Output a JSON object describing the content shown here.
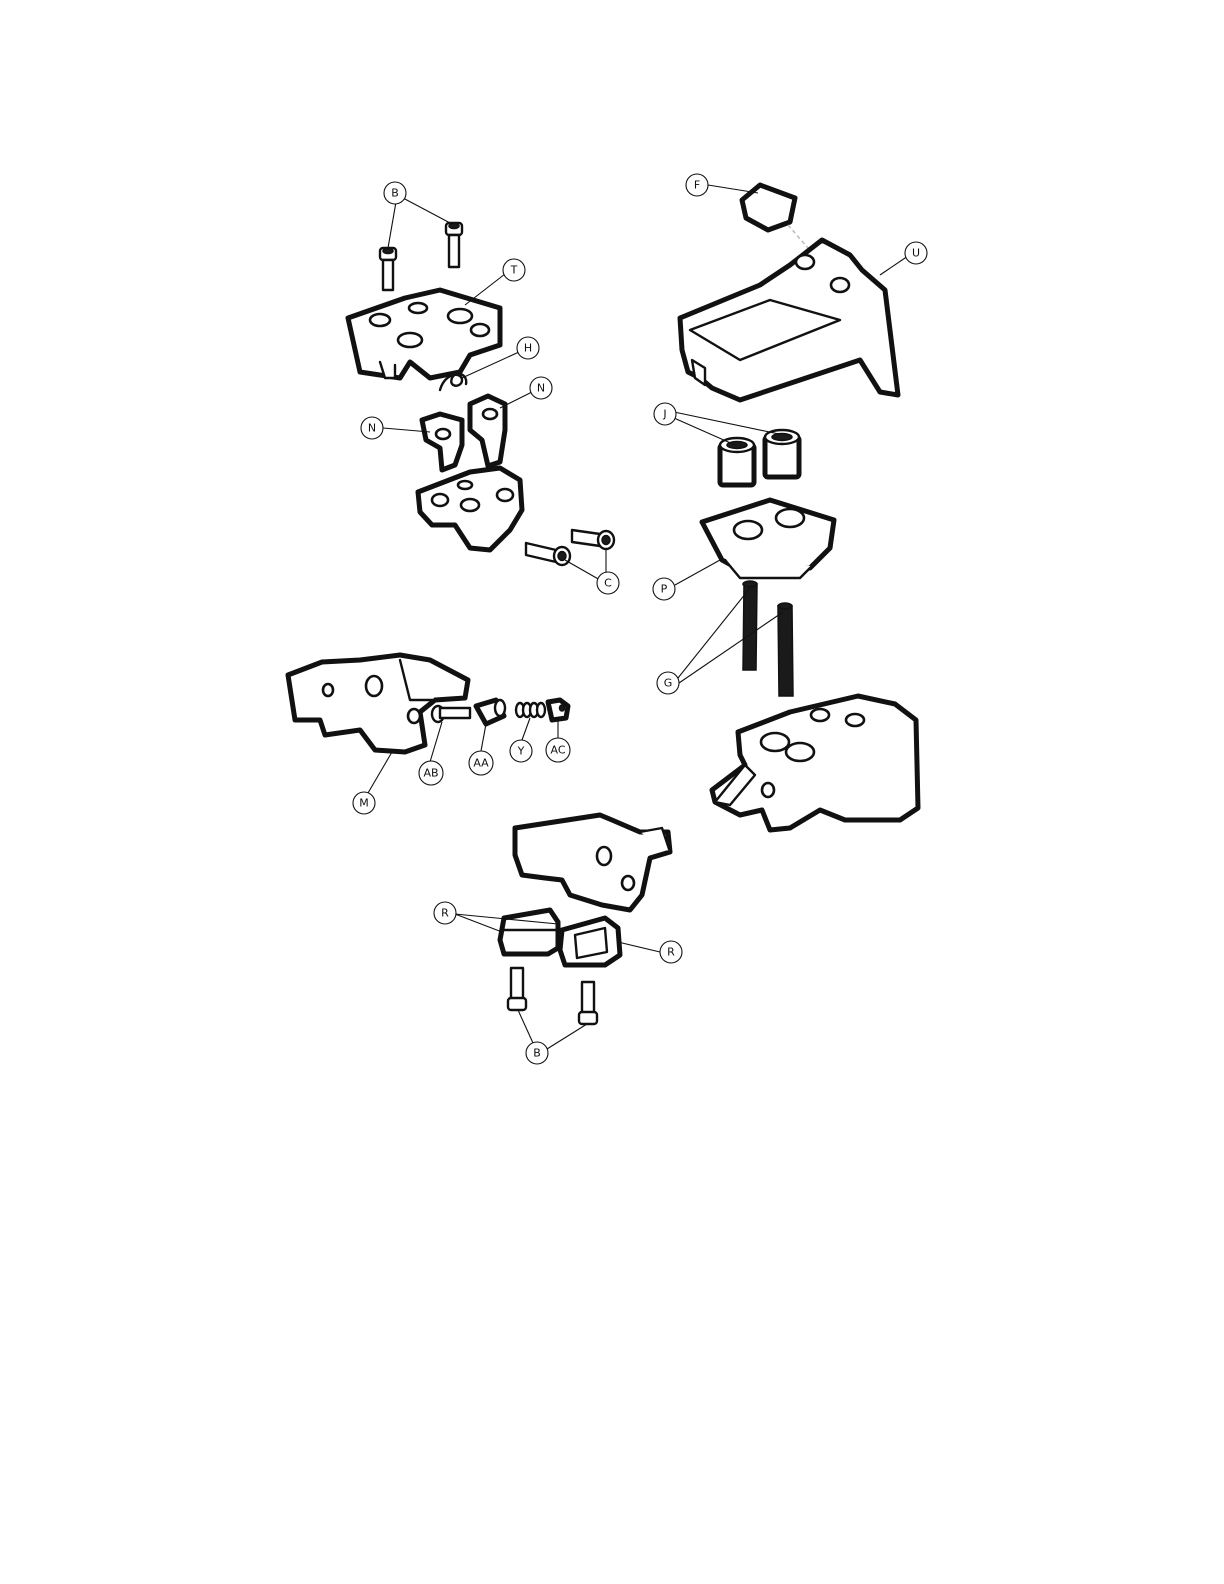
{
  "callouts": [
    {
      "id": "b-top",
      "label": "B"
    },
    {
      "id": "t",
      "label": "T"
    },
    {
      "id": "h",
      "label": "H"
    },
    {
      "id": "n-right",
      "label": "N"
    },
    {
      "id": "n-left",
      "label": "N"
    },
    {
      "id": "c",
      "label": "C"
    },
    {
      "id": "f",
      "label": "F"
    },
    {
      "id": "u",
      "label": "U"
    },
    {
      "id": "j",
      "label": "J"
    },
    {
      "id": "p",
      "label": "P"
    },
    {
      "id": "g",
      "label": "G"
    },
    {
      "id": "m",
      "label": "M"
    },
    {
      "id": "ab",
      "label": "AB"
    },
    {
      "id": "aa",
      "label": "AA"
    },
    {
      "id": "y",
      "label": "Y"
    },
    {
      "id": "ac",
      "label": "AC"
    },
    {
      "id": "r-left",
      "label": "R"
    },
    {
      "id": "r-right",
      "label": "R"
    },
    {
      "id": "b-bottom",
      "label": "B"
    }
  ]
}
